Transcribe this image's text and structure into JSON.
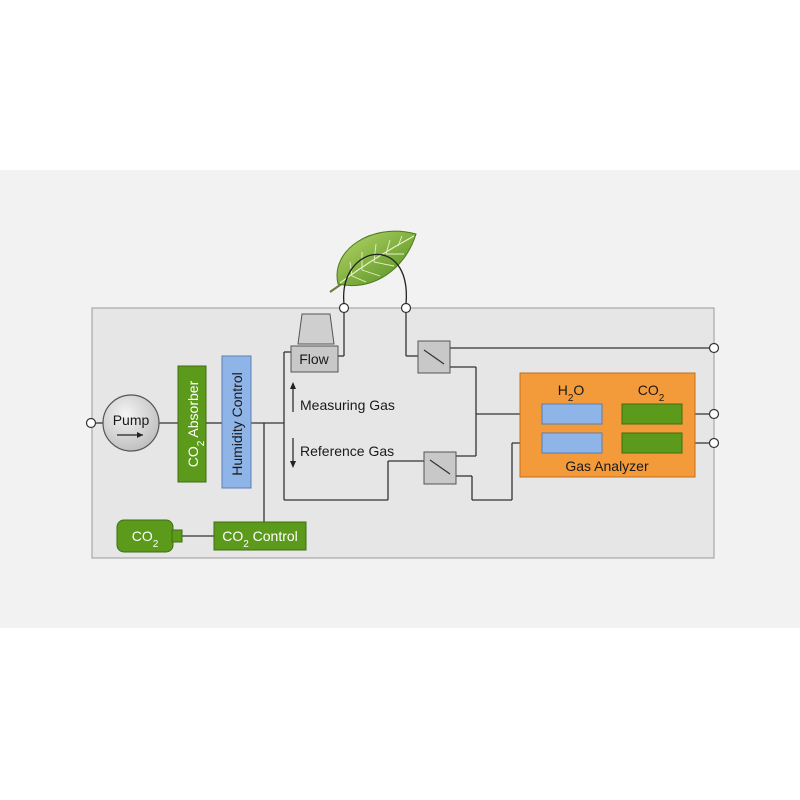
{
  "pump": {
    "label": "Pump"
  },
  "co2_absorber": {
    "prefix": "CO",
    "sub": "2",
    "suffix": " Absorber"
  },
  "humidity_control": {
    "label": "Humidity Control"
  },
  "flow": {
    "label": "Flow"
  },
  "measuring_gas": {
    "label": "Measuring Gas"
  },
  "reference_gas": {
    "label": "Reference Gas"
  },
  "gas_analyzer": {
    "label": "Gas Analyzer",
    "h2o": {
      "prefix": "H",
      "sub": "2",
      "suffix": "O"
    },
    "co2": {
      "prefix": "CO",
      "sub": "2"
    }
  },
  "co2_tank": {
    "prefix": "CO",
    "sub": "2"
  },
  "co2_control": {
    "prefix": "CO",
    "sub": "2",
    "suffix": " Control"
  },
  "colors": {
    "green": "#5b9a1a",
    "blue": "#8fb4e8",
    "orange": "#f39a3a",
    "gray_box": "#c8c8c8",
    "panel": "#e6e6e6",
    "band": "#f2f2f2"
  }
}
